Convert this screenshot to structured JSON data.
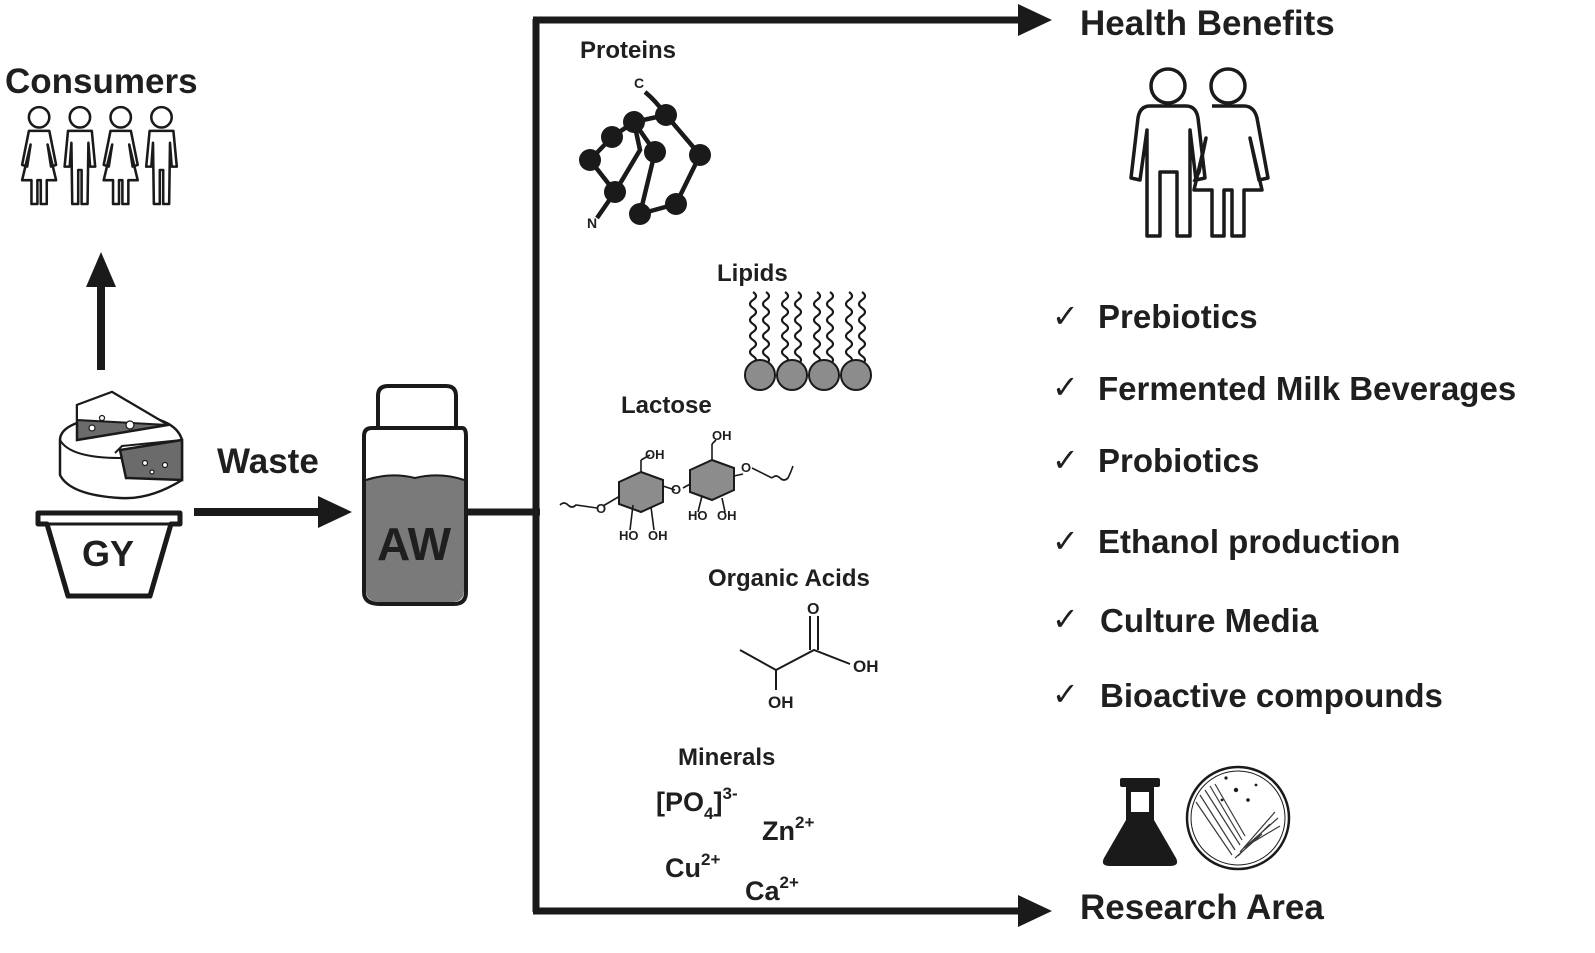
{
  "consumers_label": "Consumers",
  "gy_label": "GY",
  "waste_label": "Waste",
  "aw_label": "AW",
  "components": {
    "proteins": {
      "title": "Proteins",
      "c_term": "C",
      "n_term": "N"
    },
    "lipids": {
      "title": "Lipids"
    },
    "lactose": {
      "title": "Lactose",
      "oh": "OH",
      "ho": "HO",
      "o": "O"
    },
    "organic_acids": {
      "title": "Organic Acids",
      "o": "O",
      "oh": "OH"
    },
    "minerals": {
      "title": "Minerals",
      "phosphate": {
        "base": "[PO",
        "sub": "4",
        "close": "]",
        "charge": "3-"
      },
      "zinc": {
        "base": "Zn",
        "charge": "2+"
      },
      "copper": {
        "base": "Cu",
        "charge": "2+"
      },
      "calcium": {
        "base": "Ca",
        "charge": "2+"
      }
    }
  },
  "health_benefits_label": "Health Benefits",
  "research_area_label": "Research Area",
  "check_mark": "✓",
  "benefits": [
    "Prebiotics",
    "Fermented Milk Beverages",
    "Probiotics",
    "Ethanol production",
    "Culture Media",
    "Bioactive compounds"
  ]
}
